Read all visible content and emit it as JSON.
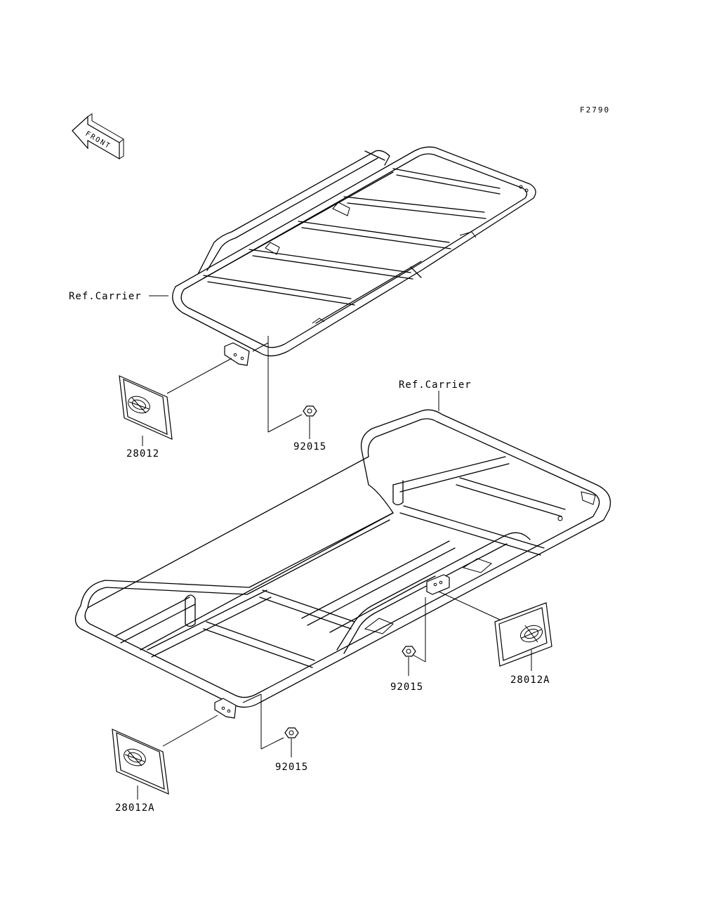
{
  "figure_code": "F2790",
  "front_arrow_label": "FRONT",
  "callouts": {
    "ref_carrier_upper": "Ref.Carrier",
    "ref_carrier_lower": "Ref.Carrier",
    "reflector_upper": "28012",
    "nut_upper": "92015",
    "reflector_right": "28012A",
    "nut_middle": "92015",
    "nut_lower": "92015",
    "reflector_lower": "28012A"
  }
}
